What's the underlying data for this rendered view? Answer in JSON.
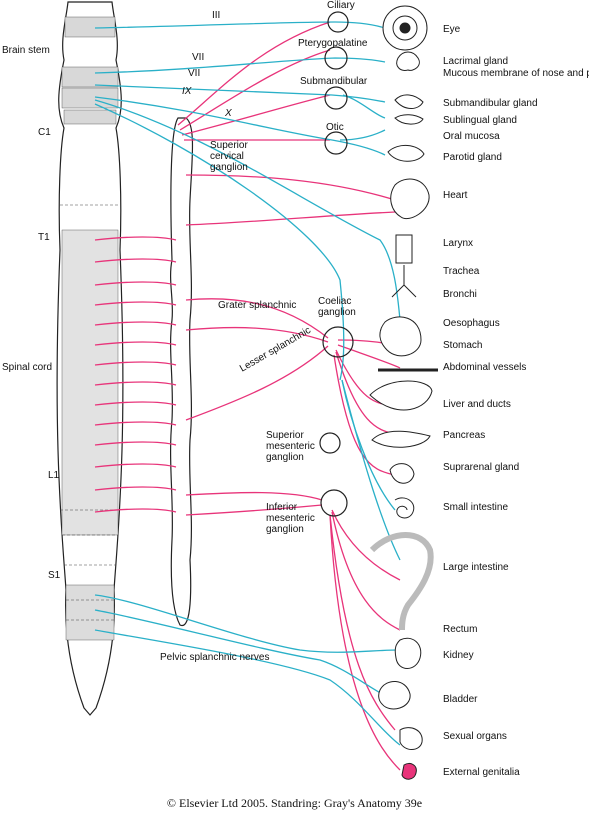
{
  "cord_labels": {
    "brain_stem": "Brain stem",
    "c1": "C1",
    "t1": "T1",
    "spinal_cord": "Spinal cord",
    "l1": "L1",
    "s1": "S1"
  },
  "cranial_nerves": [
    "III",
    "VII",
    "VII",
    "IX",
    "X"
  ],
  "ganglia": {
    "ciliary": "Ciliary",
    "pterygopalatine": "Pterygopalatine",
    "submandibular": "Submandibular",
    "otic": "Otic",
    "superior_cervical": "Superior cervical ganglion",
    "coeliac": "Coeliac ganglion",
    "superior_mesenteric": "Superior mesenteric ganglion",
    "inferior_mesenteric": "Inferior mesenteric ganglion"
  },
  "nerves": {
    "greater_splanchnic": "Grater splanchnic",
    "lesser_splanchnic": "Lesser splanchnic",
    "pelvic_splanchnic": "Pelvic splanchnic nerves"
  },
  "organs": [
    "Eye",
    "Lacrimal gland",
    "Mucous membrane of nose and palate",
    "Submandibular gland",
    "Sublingual gland",
    "Oral mucosa",
    "Parotid gland",
    "Heart",
    "Larynx",
    "Trachea",
    "Bronchi",
    "Oesophagus",
    "Stomach",
    "Abdominal vessels",
    "Liver and ducts",
    "Pancreas",
    "Suprarenal gland",
    "Small intestine",
    "Large intestine",
    "Rectum",
    "Kidney",
    "Bladder",
    "Sexual organs",
    "External genitalia"
  ],
  "caption": "© Elsevier Ltd 2005. Standring: Gray's Anatomy 39e",
  "colors": {
    "sympathetic": "#e8347a",
    "parasympathetic": "#2ab0c8",
    "outline": "#222222"
  }
}
